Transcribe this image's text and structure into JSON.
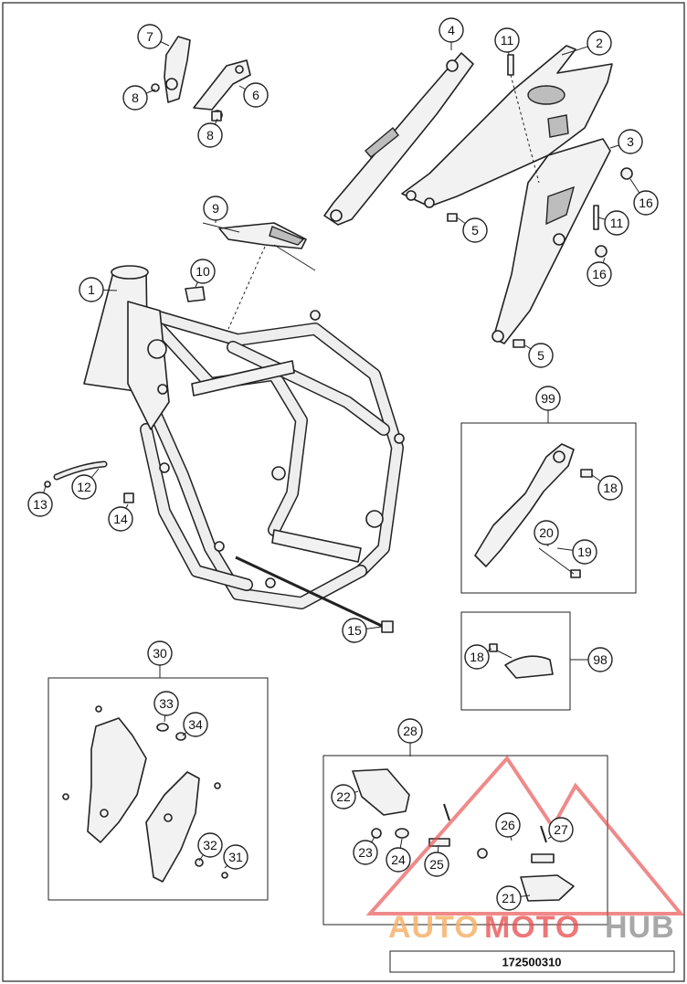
{
  "diagram": {
    "callouts": [
      "1",
      "2",
      "3",
      "4",
      "5",
      "5",
      "6",
      "7",
      "8",
      "8",
      "9",
      "10",
      "11",
      "11",
      "12",
      "13",
      "14",
      "15",
      "16",
      "16",
      "18",
      "18",
      "19",
      "20",
      "21",
      "22",
      "23",
      "24",
      "25",
      "26",
      "27",
      "28",
      "30",
      "31",
      "32",
      "33",
      "34",
      "98",
      "99"
    ],
    "drawing_number": "172500310",
    "colors": {
      "line": "#222222",
      "part_fill": "#f2f2f2",
      "watermark_red": "#e84a4a",
      "watermark_orange": "#f6b26b",
      "watermark_grey": "#9a9a9a"
    }
  },
  "watermark": {
    "part1": "AUTO",
    "part2": "MOTO",
    "part3": "HUB"
  }
}
